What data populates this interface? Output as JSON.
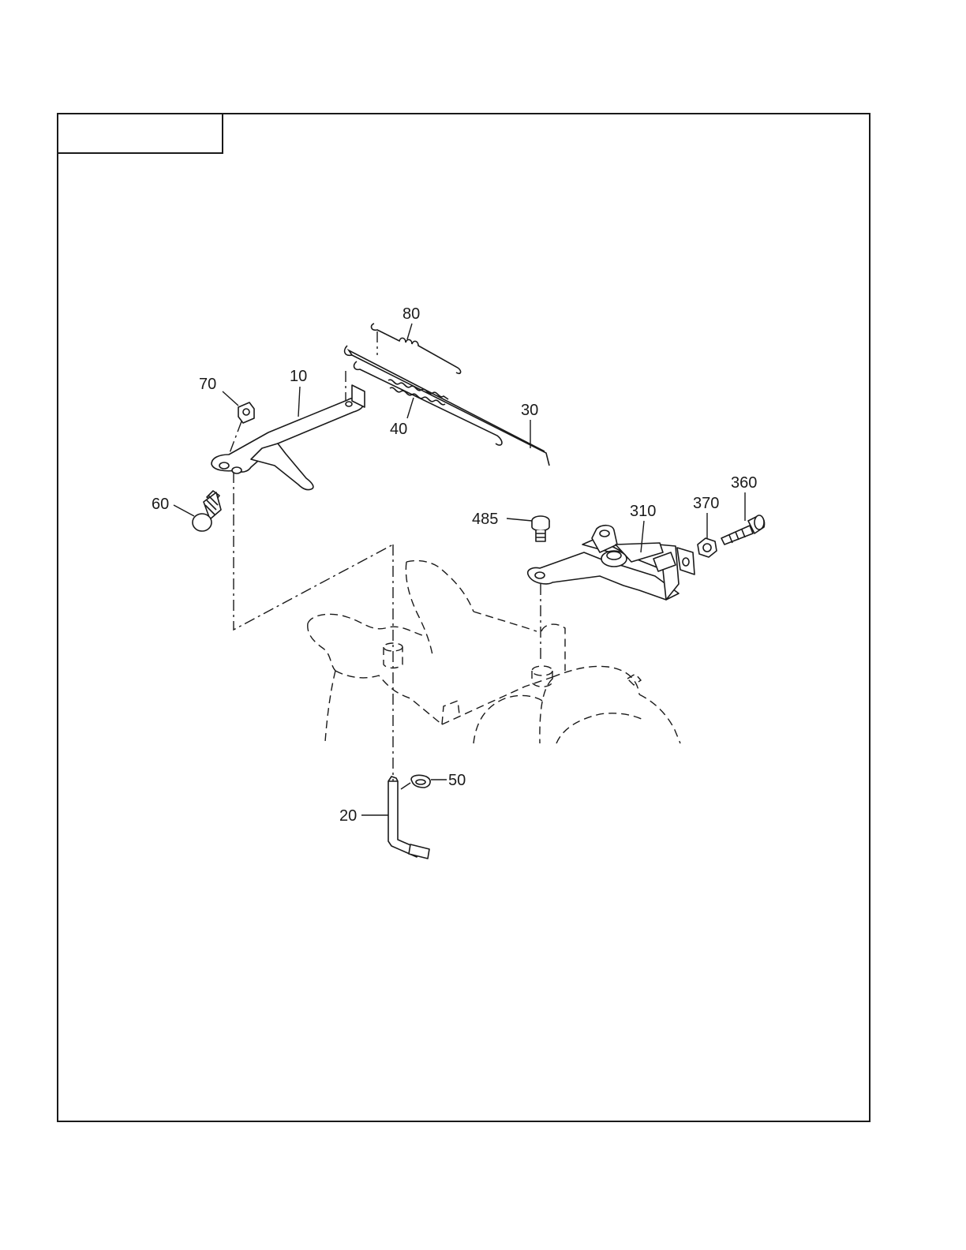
{
  "figure_title": "",
  "colors": {
    "ink": "#1a1a1a",
    "paper": "#ffffff"
  },
  "callouts": {
    "c10": "10",
    "c20": "20",
    "c30": "30",
    "c40": "40",
    "c50": "50",
    "c60": "60",
    "c70": "70",
    "c80": "80",
    "c310": "310",
    "c360": "360",
    "c370": "370",
    "c485": "485"
  }
}
